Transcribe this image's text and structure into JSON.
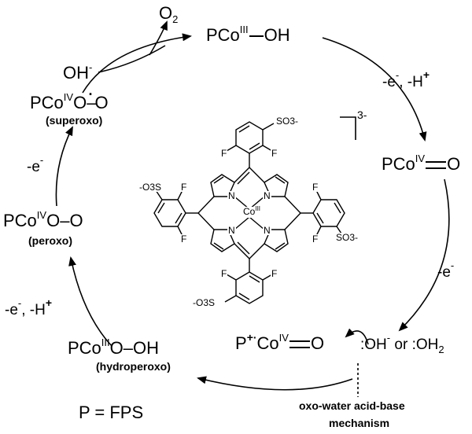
{
  "species": {
    "top": {
      "base": "PCo",
      "ox": "III",
      "tail": "OH"
    },
    "right": {
      "base": "PCo",
      "ox": "IV",
      "tail": "O"
    },
    "bottom_right": {
      "pre": "P",
      "pre_sup": "+·",
      "base": "Co",
      "ox": "IV",
      "tail": "O"
    },
    "nucleophile": {
      "text1": ":OH",
      "sup": "-",
      "text2": " or :OH",
      "sub": "2"
    },
    "bottom_left": {
      "base": "PCo",
      "ox": "III",
      "tail": "O–OH",
      "label": "(hydroperoxo)"
    },
    "left": {
      "base": "PCo",
      "ox": "IV",
      "tail": "O–O",
      "label": "(peroxo)"
    },
    "top_left": {
      "base": "PCo",
      "ox": "IV",
      "tail": "O–O",
      "dot": "·",
      "label": "(superoxo)"
    }
  },
  "reagents": {
    "o2": {
      "text": "O",
      "sub": "2"
    },
    "oh": {
      "text": "OH",
      "sup": "-"
    }
  },
  "steps": {
    "top_right": {
      "a": "-e",
      "a_sup": "-",
      "b": ", -H",
      "b_sup": "+"
    },
    "right": {
      "a": "-e",
      "a_sup": "-"
    },
    "left_bottom": {
      "a": "-e",
      "a_sup": "-",
      "b": ", -H",
      "b_sup": "+"
    },
    "left_top": {
      "a": "-e",
      "a_sup": "-"
    }
  },
  "charge": "3-",
  "definition": "P = FPS",
  "mechanism": {
    "line1": "oxo-water acid-base",
    "line2": "mechanism"
  },
  "molecule": {
    "metal": "Co",
    "metal_ox": "III",
    "n_label": "N",
    "f_label": "F",
    "so3_right": "SO3-",
    "so3_left": "-O3S"
  }
}
